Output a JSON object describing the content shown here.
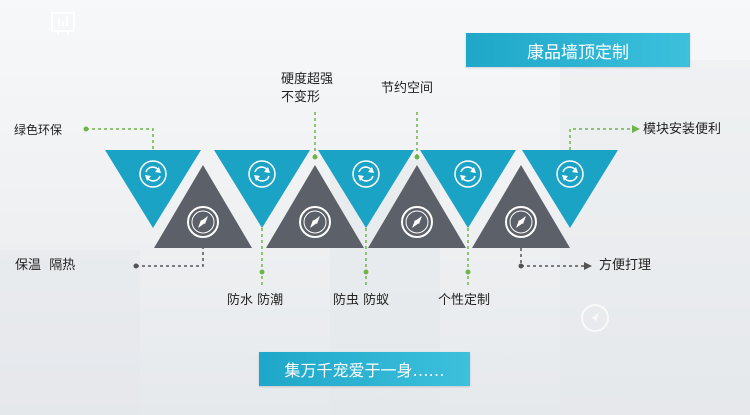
{
  "top_banner": "康品墙顶定制",
  "bottom_banner": "集万千宠爱于一身……",
  "features": {
    "green_eco": "绿色环保",
    "hard_line1": "硬度超强",
    "hard_line2": "不变形",
    "save_space": "节约空间",
    "modular": "模块安装便利",
    "insulation": "保温  隔热",
    "waterproof": "防水 防潮",
    "insect": "防虫 防蚁",
    "custom": "个性定制",
    "easy_clean": "方便打理"
  },
  "colors": {
    "teal": "#1ba3c6",
    "gray": "#5c6068",
    "dash": "#6fb44a",
    "dark_dash": "#555555"
  },
  "icons": {
    "down_triangle": "refresh-icon",
    "up_triangle": "compass-icon",
    "corner": "logo-icon"
  }
}
